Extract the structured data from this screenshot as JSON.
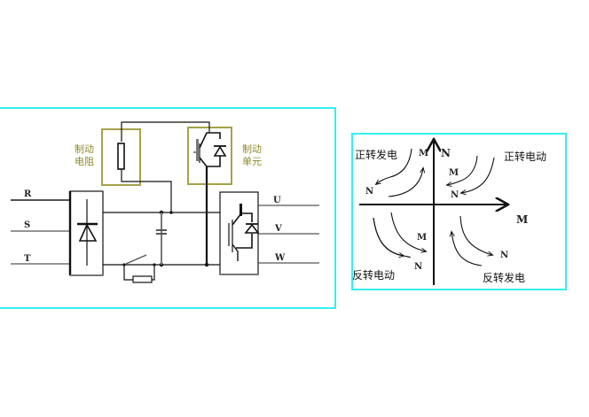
{
  "colors": {
    "panel_border": "#33f0f0",
    "olive_box": "#a5a248",
    "olive_text": "#8c8a2a",
    "wire": "#111111",
    "gray_wire": "#555555"
  },
  "circuit": {
    "input_labels": [
      "R",
      "S",
      "T"
    ],
    "output_labels": [
      "U",
      "V",
      "W"
    ],
    "brake_resistor_label_line1": "制动",
    "brake_resistor_label_line2": "电阻",
    "brake_unit_label_line1": "制动",
    "brake_unit_label_line2": "单元"
  },
  "quadrant": {
    "y_axis_label": "N",
    "x_axis_label": "M",
    "q1_label": "正转电动",
    "q2_label": "正转发电",
    "q3_label": "反转电动",
    "q4_label": "反转发电",
    "curve_labels": {
      "q2_M": "M",
      "q2_N": "N",
      "q1_M": "M",
      "q1_N": "N",
      "q3_M": "M",
      "q3_N": "N",
      "q4_N": "N"
    }
  }
}
